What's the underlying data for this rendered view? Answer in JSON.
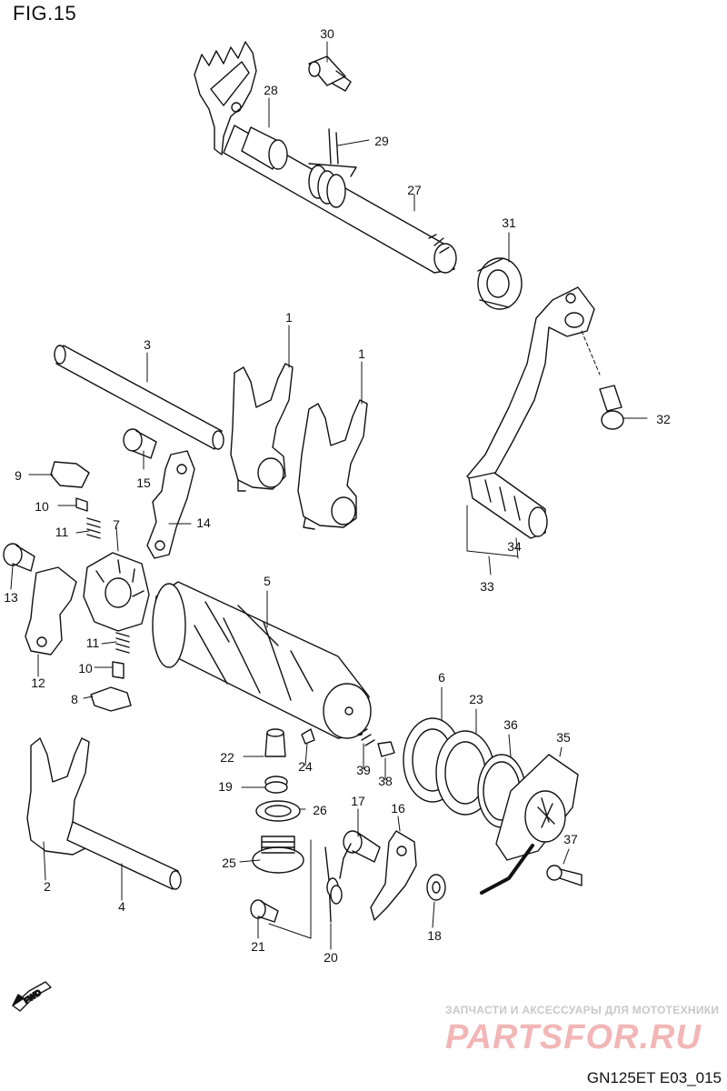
{
  "figure": {
    "title": "FIG.15",
    "code": "GN125ET E03_015",
    "fwd_label": "FWD"
  },
  "watermark": {
    "top_text": "ЗАПЧАСТИ И АКСЕССУАРЫ ДЛЯ МОТОТЕХНИКИ",
    "logo_text": "PARTSFOR.RU",
    "logo_color": "#f2b6b6"
  },
  "parts": [
    {
      "id": "1a",
      "label": "1"
    },
    {
      "id": "1b",
      "label": "1"
    },
    {
      "id": "2",
      "label": "2"
    },
    {
      "id": "3",
      "label": "3"
    },
    {
      "id": "4",
      "label": "4"
    },
    {
      "id": "5",
      "label": "5"
    },
    {
      "id": "6",
      "label": "6"
    },
    {
      "id": "7",
      "label": "7"
    },
    {
      "id": "8",
      "label": "8"
    },
    {
      "id": "9",
      "label": "9"
    },
    {
      "id": "10a",
      "label": "10"
    },
    {
      "id": "10b",
      "label": "10"
    },
    {
      "id": "11a",
      "label": "11"
    },
    {
      "id": "11b",
      "label": "11"
    },
    {
      "id": "12",
      "label": "12"
    },
    {
      "id": "13",
      "label": "13"
    },
    {
      "id": "14",
      "label": "14"
    },
    {
      "id": "15",
      "label": "15"
    },
    {
      "id": "16",
      "label": "16"
    },
    {
      "id": "17",
      "label": "17"
    },
    {
      "id": "18",
      "label": "18"
    },
    {
      "id": "19",
      "label": "19"
    },
    {
      "id": "20",
      "label": "20"
    },
    {
      "id": "21",
      "label": "21"
    },
    {
      "id": "22",
      "label": "22"
    },
    {
      "id": "23",
      "label": "23"
    },
    {
      "id": "24",
      "label": "24"
    },
    {
      "id": "25",
      "label": "25"
    },
    {
      "id": "26",
      "label": "26"
    },
    {
      "id": "27",
      "label": "27"
    },
    {
      "id": "28",
      "label": "28"
    },
    {
      "id": "29",
      "label": "29"
    },
    {
      "id": "30",
      "label": "30"
    },
    {
      "id": "31",
      "label": "31"
    },
    {
      "id": "32",
      "label": "32"
    },
    {
      "id": "33",
      "label": "33"
    },
    {
      "id": "34",
      "label": "34"
    },
    {
      "id": "35",
      "label": "35"
    },
    {
      "id": "36",
      "label": "36"
    },
    {
      "id": "37",
      "label": "37"
    },
    {
      "id": "38",
      "label": "38"
    },
    {
      "id": "39",
      "label": "39"
    }
  ]
}
